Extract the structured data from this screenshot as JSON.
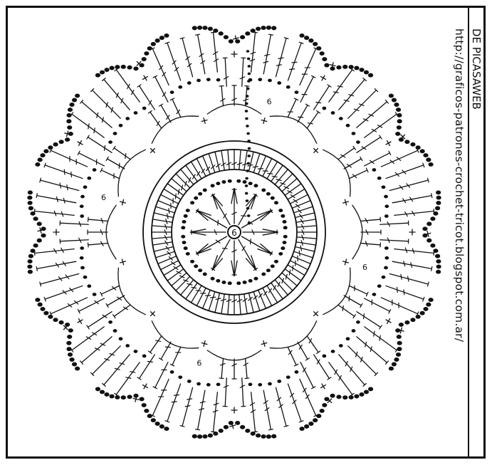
{
  "caption": {
    "source_label": "DE PICASAWEB",
    "source_url": "http://graficos-patrones-crochet-tricot.blogspot.com.ar/"
  },
  "diagram": {
    "center_ring_label": "6",
    "scallop_count": 12,
    "inner_spoke_count": 12,
    "stitch_ring_count": 80,
    "bump_marker_label": "6",
    "ink_color": "#111111",
    "background_color": "#ffffff"
  }
}
